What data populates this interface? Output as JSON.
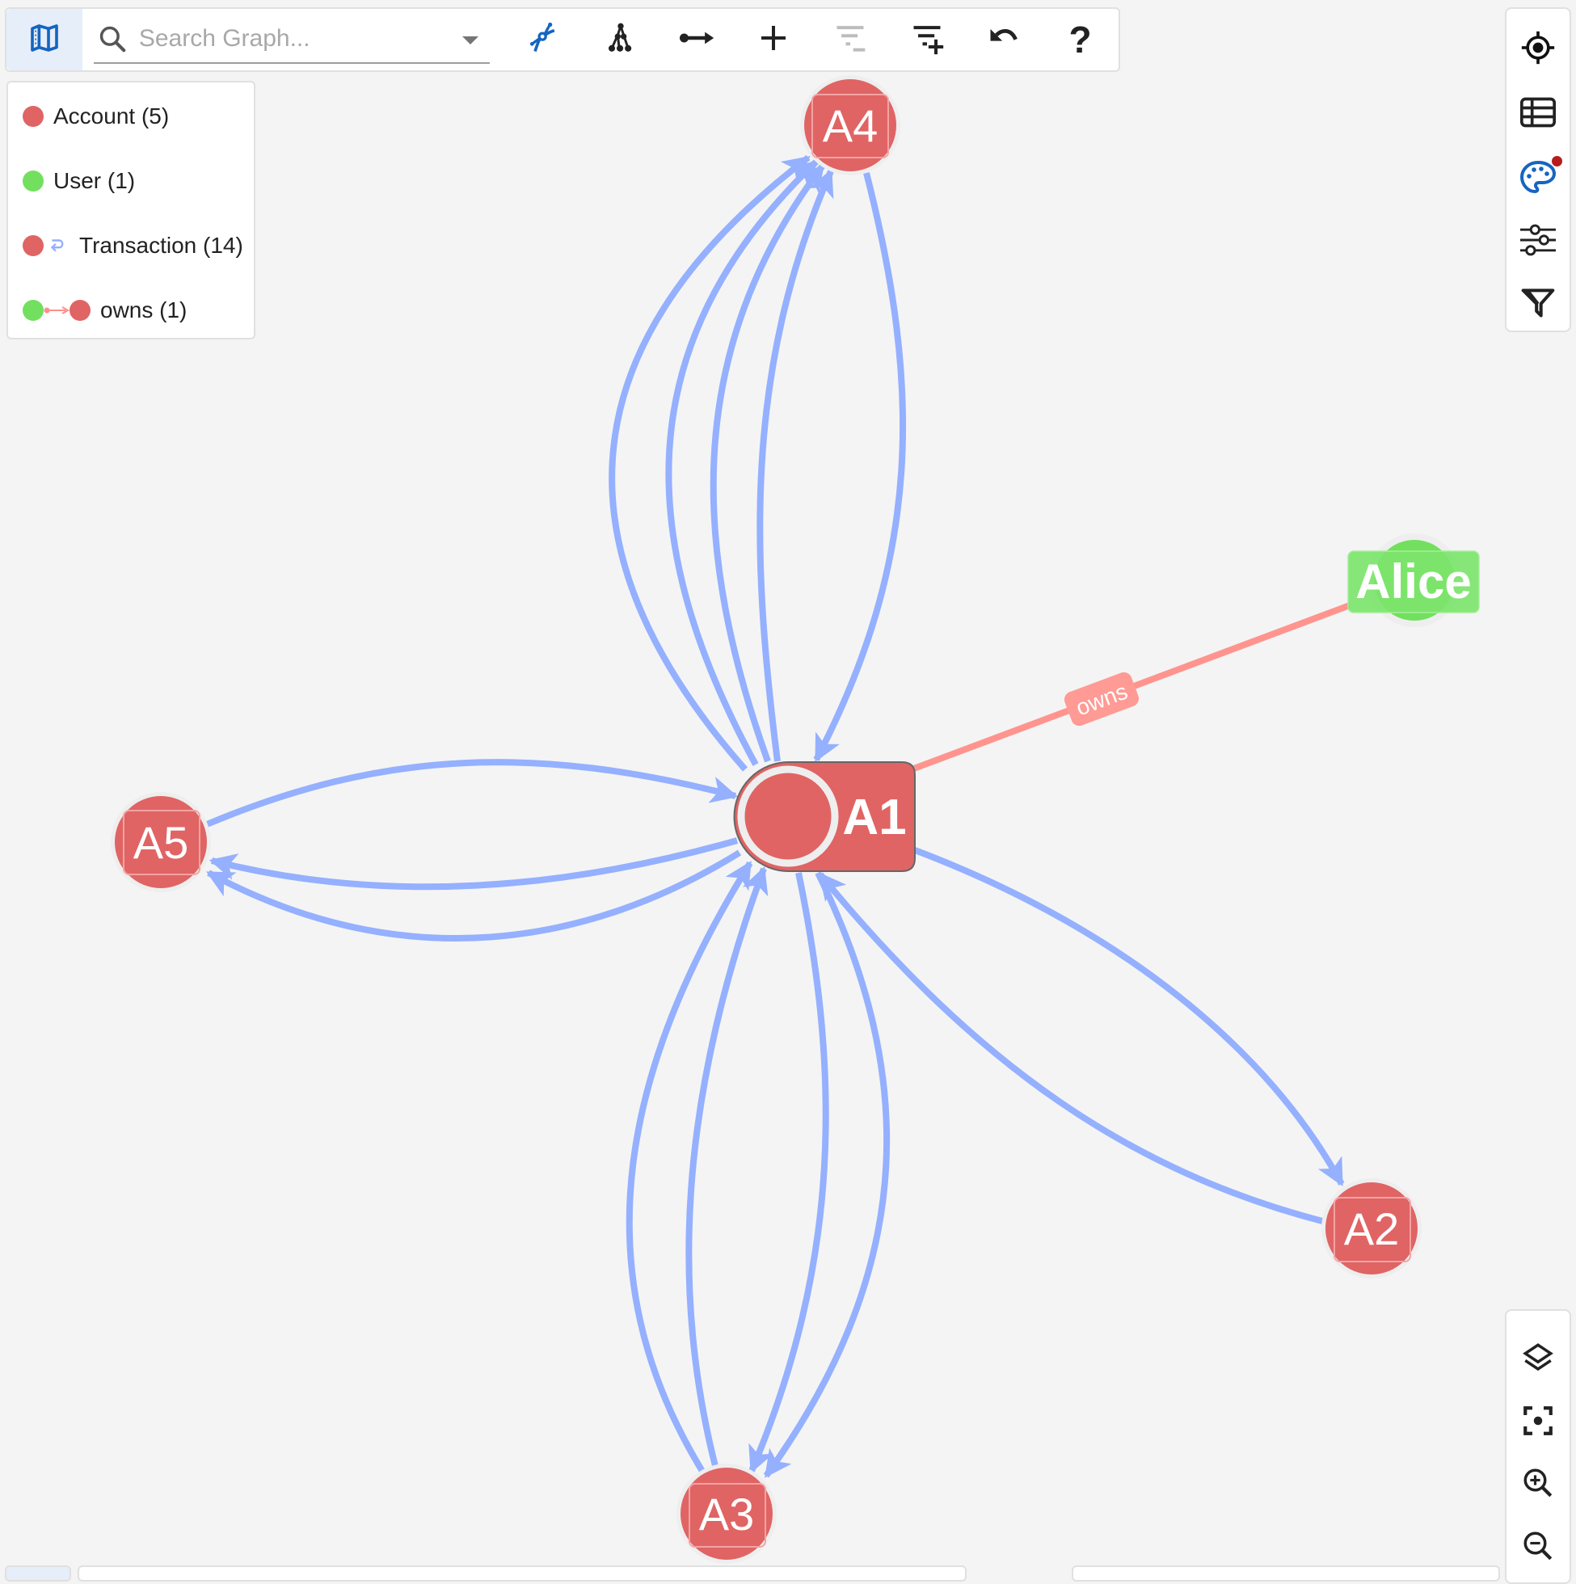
{
  "toolbar": {
    "map_icon": "map-icon",
    "search": {
      "placeholder": "Search Graph...",
      "value": ""
    },
    "tools": [
      {
        "name": "pathfinding-icon",
        "color": "#1565c0"
      },
      {
        "name": "hierarchy-layout-icon",
        "color": "#222222"
      },
      {
        "name": "add-edge-icon",
        "color": "#222222"
      },
      {
        "name": "add-node-icon",
        "color": "#222222"
      },
      {
        "name": "remove-filter-icon",
        "color": "#bdbdbd",
        "disabled": true
      },
      {
        "name": "add-filter-icon",
        "color": "#222222"
      },
      {
        "name": "undo-icon",
        "color": "#222222"
      },
      {
        "name": "help-icon",
        "label": "?",
        "color": "#222222"
      }
    ]
  },
  "legend": {
    "items": [
      {
        "label": "Account (5)",
        "type": "node",
        "color": "#e06464"
      },
      {
        "label": "User (1)",
        "type": "node",
        "color": "#72e05e"
      },
      {
        "label": "Transaction (14)",
        "type": "self-edge",
        "color": "#e06464",
        "edge_color": "#94b0ff"
      },
      {
        "label": "owns (1)",
        "type": "edge",
        "from_color": "#72e05e",
        "to_color": "#e06464",
        "edge_color": "#ff8f8a"
      }
    ]
  },
  "right_panel": {
    "top": [
      "locate-icon",
      "table-icon",
      "palette-icon",
      "sliders-icon",
      "filter-icon"
    ],
    "palette_badge_color": "#b71c1c",
    "bottom": [
      "layers-icon",
      "fit-screen-icon",
      "zoom-in-icon",
      "zoom-out-icon"
    ]
  },
  "graph": {
    "colors": {
      "account": "#e06464",
      "user": "#72e05e",
      "transaction_edge": "#94b0ff",
      "owns_edge": "#ff948e"
    },
    "nodes": [
      {
        "id": "A1",
        "label": "A1",
        "type": "Account",
        "selected": true
      },
      {
        "id": "A2",
        "label": "A2",
        "type": "Account"
      },
      {
        "id": "A3",
        "label": "A3",
        "type": "Account"
      },
      {
        "id": "A4",
        "label": "A4",
        "type": "Account"
      },
      {
        "id": "A5",
        "label": "A5",
        "type": "Account"
      },
      {
        "id": "Alice",
        "label": "Alice",
        "type": "User"
      }
    ],
    "edges": [
      {
        "from": "A1",
        "to": "A4",
        "type": "Transaction"
      },
      {
        "from": "A1",
        "to": "A4",
        "type": "Transaction"
      },
      {
        "from": "A1",
        "to": "A4",
        "type": "Transaction"
      },
      {
        "from": "A1",
        "to": "A4",
        "type": "Transaction"
      },
      {
        "from": "A4",
        "to": "A1",
        "type": "Transaction"
      },
      {
        "from": "A5",
        "to": "A1",
        "type": "Transaction"
      },
      {
        "from": "A1",
        "to": "A5",
        "type": "Transaction"
      },
      {
        "from": "A1",
        "to": "A5",
        "type": "Transaction"
      },
      {
        "from": "A1",
        "to": "A2",
        "type": "Transaction"
      },
      {
        "from": "A2",
        "to": "A1",
        "type": "Transaction"
      },
      {
        "from": "A3",
        "to": "A1",
        "type": "Transaction"
      },
      {
        "from": "A3",
        "to": "A1",
        "type": "Transaction"
      },
      {
        "from": "A1",
        "to": "A3",
        "type": "Transaction"
      },
      {
        "from": "A1",
        "to": "A3",
        "type": "Transaction"
      },
      {
        "from": "Alice",
        "to": "A1",
        "type": "owns",
        "label": "owns"
      }
    ]
  }
}
